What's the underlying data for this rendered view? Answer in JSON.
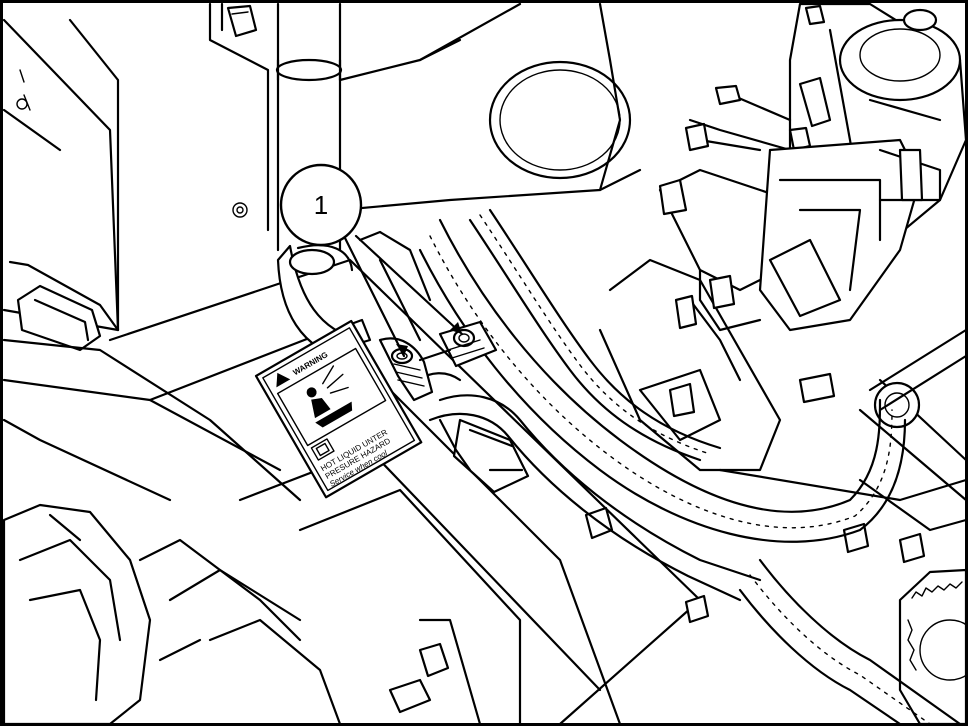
{
  "callout": {
    "number": "1"
  },
  "warning_label": {
    "heading": "WARNING",
    "line1": "HOT LIQUID UNTER",
    "line2": "PRESURE HAZARD",
    "line3": "Service when cool"
  },
  "colors": {
    "line": "#000000",
    "fill": "#ffffff"
  }
}
